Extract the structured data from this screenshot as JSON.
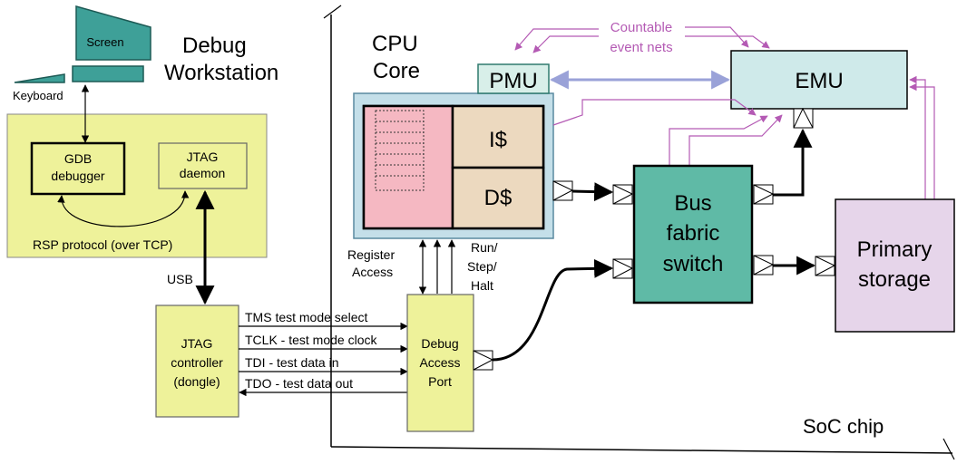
{
  "workstation": {
    "screen_label": "Screen",
    "keyboard_label": "Keyboard",
    "title_line1": "Debug",
    "title_line2": "Workstation",
    "gdb_line1": "GDB",
    "gdb_line2": "debugger",
    "jtagd_line1": "JTAG",
    "jtagd_line2": "daemon",
    "rsp_label": "RSP protocol (over TCP)"
  },
  "usb_label": "USB",
  "dongle": {
    "line1": "JTAG",
    "line2": "controller",
    "line3": "(dongle)"
  },
  "jtag_signals": [
    "TMS test mode select",
    "TCLK - test mode clock",
    "TDI - test data in",
    "TDO - test data out"
  ],
  "dap": {
    "line1": "Debug",
    "line2": "Access",
    "line3": "Port"
  },
  "reg_access": {
    "line1": "Register",
    "line2": "Access"
  },
  "run_step": {
    "line1": "Run/",
    "line2": "Step/",
    "line3": "Halt"
  },
  "cpu": {
    "title_line1": "CPU",
    "title_line2": "Core",
    "icache": "I$",
    "dcache": "D$"
  },
  "pmu_label": "PMU",
  "emu_label": "EMU",
  "countable": {
    "line1": "Countable",
    "line2": "event nets"
  },
  "bus": {
    "line1": "Bus",
    "line2": "fabric",
    "line3": "switch"
  },
  "storage": {
    "line1": "Primary",
    "line2": "storage"
  },
  "soc_label": "SoC chip",
  "colors": {
    "yellow_fill": "#eef29a",
    "teal_fill": "#5fbaa6",
    "screen_fill": "#3ea098",
    "light_blue": "#c4dfe9",
    "emu_fill": "#cfeaea",
    "pmu_fill": "#d8efe9",
    "cache_fill": "#ecd9bf",
    "register_fill": "#f5b8c2",
    "storage_fill": "#e6d5ea",
    "event_net": "#b45ab4",
    "pmu_link": "#9aa2d8"
  }
}
